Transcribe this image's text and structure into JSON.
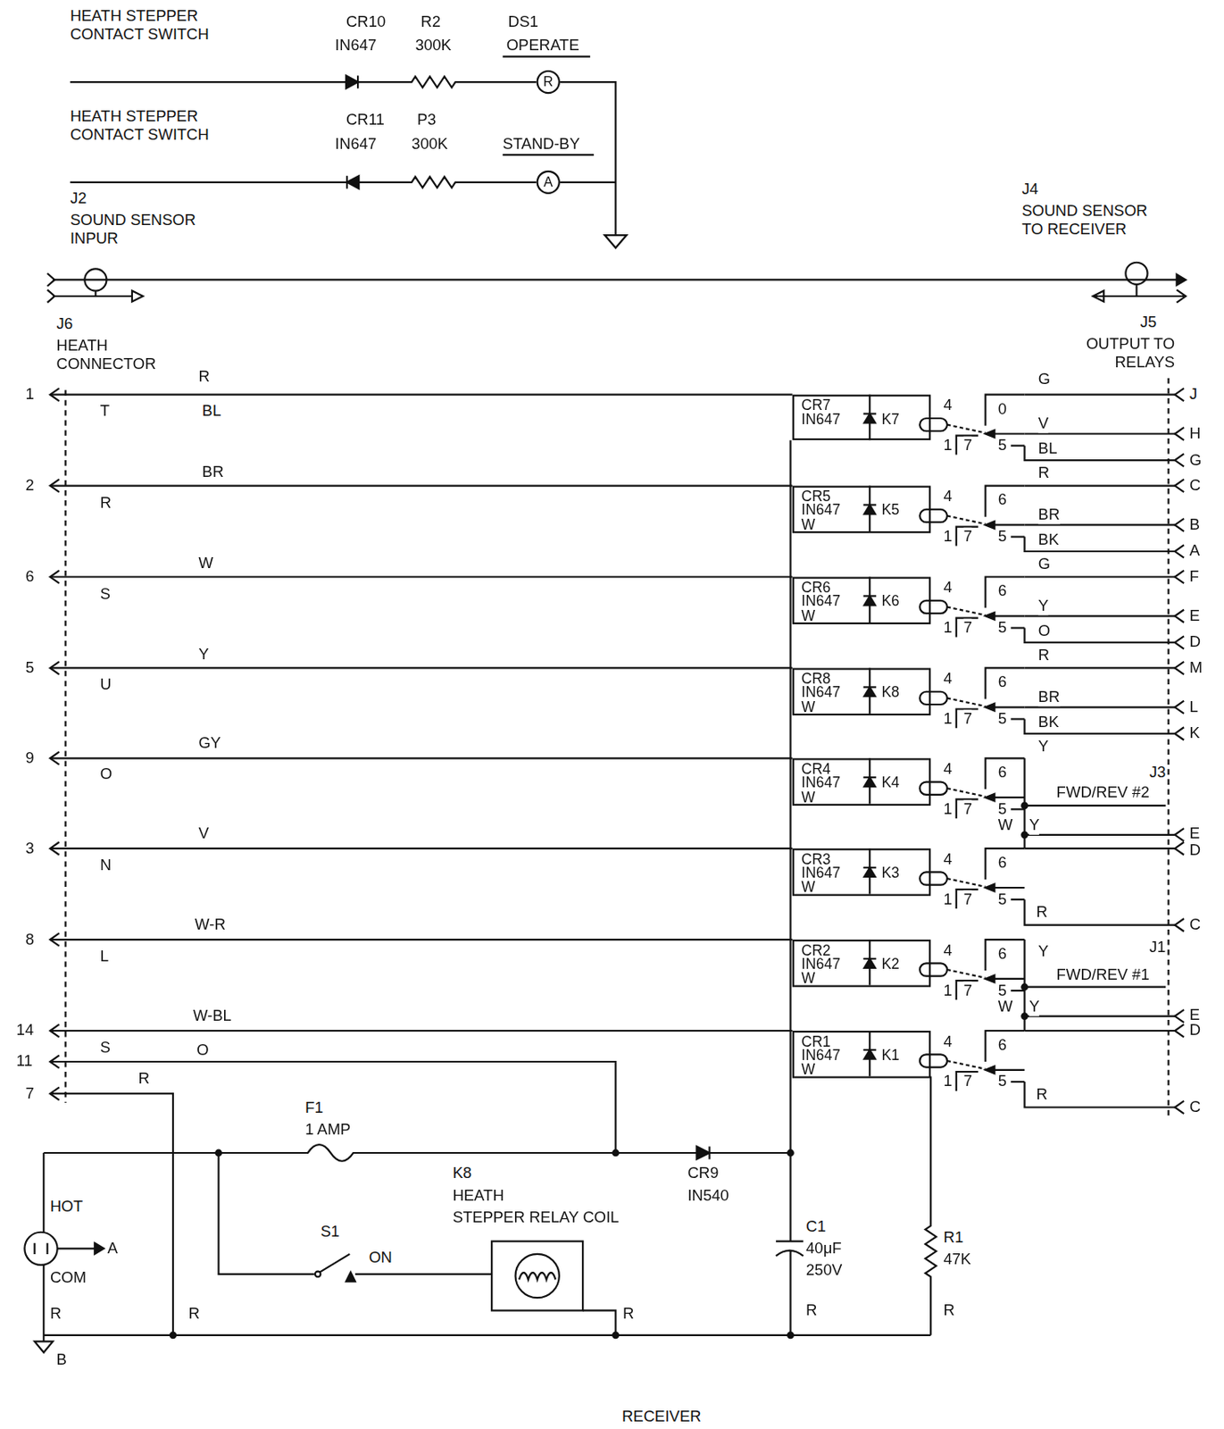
{
  "diagram": {
    "nodes": [
      {
        "text": [
          "R"
        ]
      },
      {
        "text": [
          "A"
        ]
      },
      {
        "text": [
          "CR7 IN647",
          "K7"
        ]
      },
      {
        "text": [
          "CR5 IN647",
          "K5",
          "W"
        ]
      },
      {
        "text": [
          "CR6 IN647",
          "K6",
          "W"
        ]
      },
      {
        "text": [
          "CR8 IN647",
          "K8",
          "W"
        ]
      },
      {
        "text": [
          "CR4 IN647",
          "K4",
          "W"
        ]
      },
      {
        "text": [
          "CR3 IN647",
          "K3",
          "W"
        ]
      },
      {
        "text": [
          "CR2 IN647",
          "K2",
          "W"
        ]
      },
      {
        "text": [
          "CR1 IN647",
          "K1",
          "W"
        ]
      }
    ],
    "labels": [
      "HEATH STEPPER CONTACT SWITCH",
      "CR10",
      "IN647",
      "R2",
      "300K",
      "DS1",
      "OPERATE",
      "HEATH STEPPER CONTACT SWITCH",
      "CR11",
      "IN647",
      "P3",
      "300K",
      "STAND-BY",
      "J2",
      "SOUND SENSOR INPUR",
      "J4",
      "SOUND SENSOR TO RECEIVER",
      "J6",
      "HEATH CONNECTOR",
      "R",
      "J5",
      "OUTPUT TO RELAYS",
      "G",
      "1",
      "2",
      "6",
      "5",
      "9",
      "3",
      "8",
      "14",
      "11",
      "7",
      "T",
      "R",
      "S",
      "U",
      "O",
      "N",
      "L",
      "S",
      "BL",
      "BR",
      "W",
      "Y",
      "GY",
      "V",
      "W-R",
      "W-BL",
      "O",
      "R",
      "J",
      "H",
      "G",
      "C",
      "B",
      "A",
      "F",
      "E",
      "D",
      "M",
      "L",
      "K",
      "4",
      "0",
      "V",
      "1",
      "7",
      "5",
      "BL",
      "R",
      "4",
      "6",
      "BR",
      "1",
      "7",
      "5",
      "BK",
      "G",
      "4",
      "6",
      "Y",
      "1",
      "7",
      "5",
      "O",
      "R",
      "4",
      "6",
      "BR",
      "1",
      "7",
      "5",
      "BK",
      "Y",
      "4",
      "6",
      "J3",
      "1",
      "7",
      "5",
      "FWD/REV #2",
      "W",
      "Y",
      "E",
      "D",
      "4",
      "6",
      "1",
      "7",
      "5",
      "R",
      "C",
      "4",
      "6",
      "Y",
      "J1",
      "1",
      "7",
      "5",
      "FWD/REV #1",
      "W",
      "Y",
      "E",
      "4",
      "6",
      "1",
      "7",
      "5",
      "R",
      "D",
      "C",
      "F1",
      "1 AMP",
      "K8",
      "HEATH",
      "STEPPER RELAY COIL",
      "CR9",
      "IN540",
      "S1",
      "ON",
      "HOT",
      "A",
      "COM",
      "R",
      "B",
      "R",
      "R",
      "C1",
      "40μF",
      "250V",
      "R",
      "R1",
      "47K",
      "R",
      "RECEIVER"
    ]
  }
}
